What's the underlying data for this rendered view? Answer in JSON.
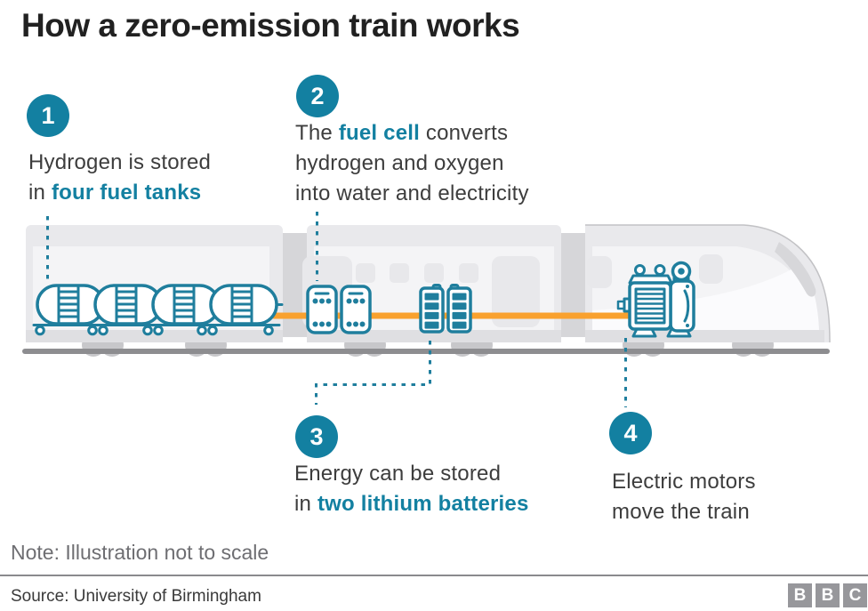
{
  "title": "How a zero-emission train works",
  "colors": {
    "accent_teal": "#1380A1",
    "icon_teal": "#1F7E9D",
    "energy_orange": "#F9A12E",
    "track_gray": "#8D8D90",
    "logo_gray": "#97979B",
    "note_gray": "#6E6E72",
    "text_dark": "#3D3D3D",
    "title_dark": "#212121"
  },
  "steps": [
    {
      "number": "1",
      "before": "Hydrogen is stored\nin ",
      "highlight": "four fuel tanks",
      "after": ""
    },
    {
      "number": "2",
      "before": "The ",
      "highlight": "fuel cell",
      "after": " converts\nhydrogen and oxygen\ninto water and electricity"
    },
    {
      "number": "3",
      "before": "Energy can be stored\nin ",
      "highlight": "two lithium batteries",
      "after": ""
    },
    {
      "number": "4",
      "before": "Electric motors\nmove the train",
      "highlight": "",
      "after": ""
    }
  ],
  "illustration": {
    "fuel_tanks_icon": "four hydrogen fuel tanks",
    "fuel_cell_icon": "fuel cell units",
    "battery_icon": "two lithium batteries",
    "motor_icon": "electric motor",
    "energy_line": "electricity flow line"
  },
  "note": "Note: Illustration not to scale",
  "source": "Source: University of Birmingham",
  "logo": {
    "letters": [
      "B",
      "B",
      "C"
    ]
  }
}
